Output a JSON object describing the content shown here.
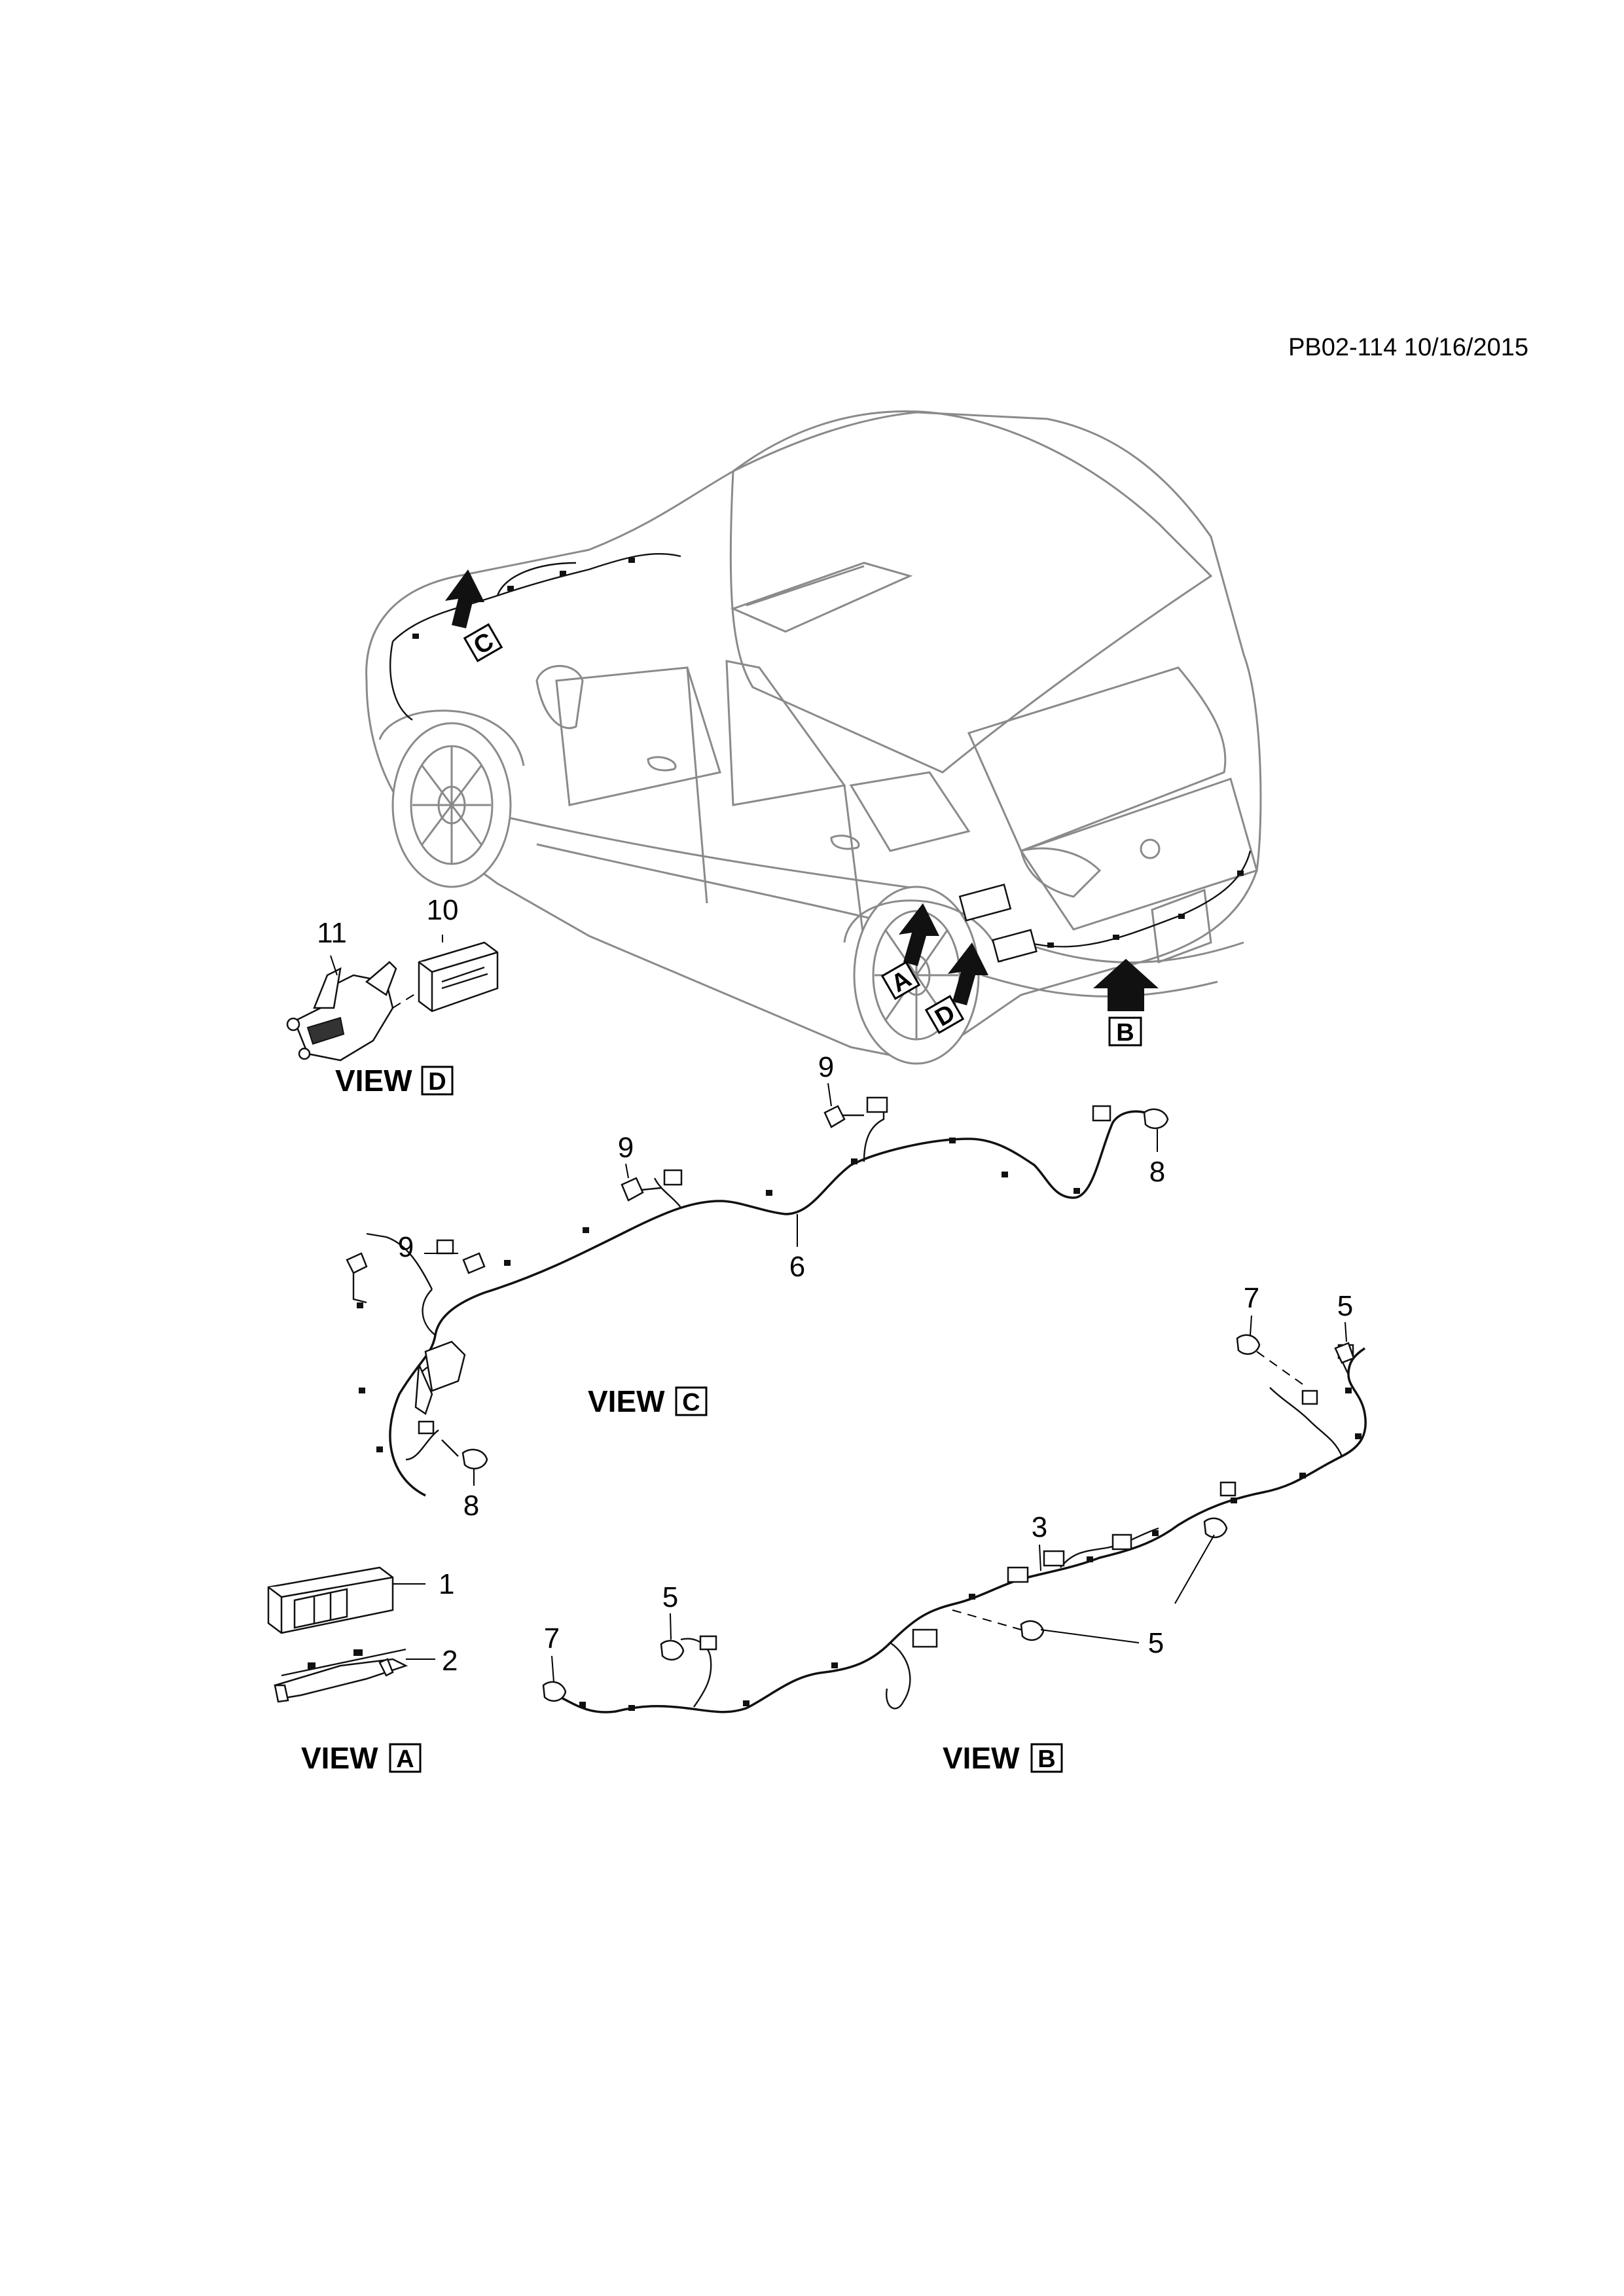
{
  "header": {
    "code": "PB02-114 10/16/2015"
  },
  "callouts": {
    "n1": "1",
    "n2": "2",
    "n3": "3",
    "n5a": "5",
    "n5b": "5",
    "n5c": "5",
    "n6": "6",
    "n7a": "7",
    "n7b": "7",
    "n8a": "8",
    "n8b": "8",
    "n9a": "9",
    "n9b": "9",
    "n9c": "9",
    "n10": "10",
    "n11": "11"
  },
  "arrows": {
    "a": "A",
    "b": "B",
    "c": "C",
    "d": "D"
  },
  "views": {
    "a": {
      "word": "VIEW",
      "letter": "A"
    },
    "b": {
      "word": "VIEW",
      "letter": "B"
    },
    "c": {
      "word": "VIEW",
      "letter": "C"
    },
    "d": {
      "word": "VIEW",
      "letter": "D"
    }
  }
}
